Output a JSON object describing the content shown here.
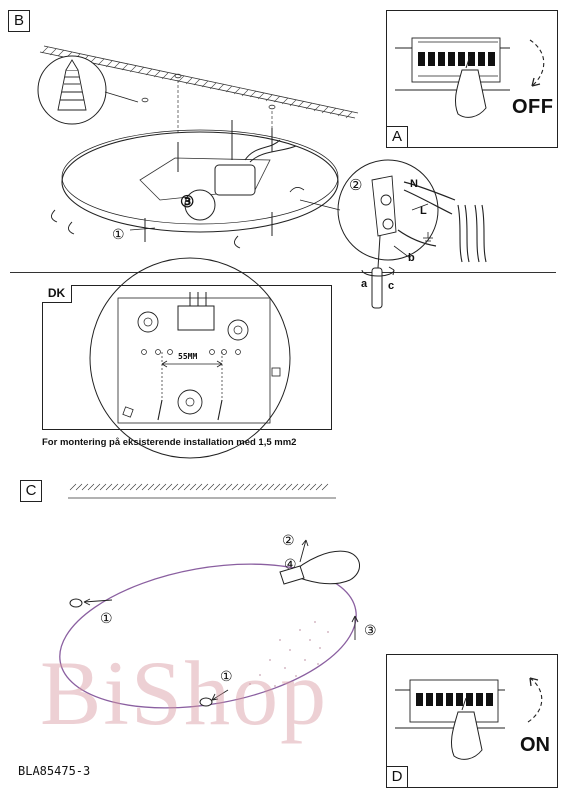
{
  "panels": {
    "B": {
      "label": "B"
    },
    "A": {
      "label": "A",
      "state": "OFF"
    },
    "C": {
      "label": "C"
    },
    "D": {
      "label": "D",
      "state": "ON"
    },
    "DK": {
      "label": "DK",
      "measure": "55MM",
      "caption": "For montering på  eksisterende installation med 1,5 mm2"
    }
  },
  "callouts": {
    "one": "①",
    "two": "②",
    "three": "③",
    "four": "④",
    "wire_n": "N",
    "wire_l": "L",
    "a": "a",
    "b": "b",
    "c": "c"
  },
  "watermark": "BiShop",
  "model_code": "BLA85475-3"
}
